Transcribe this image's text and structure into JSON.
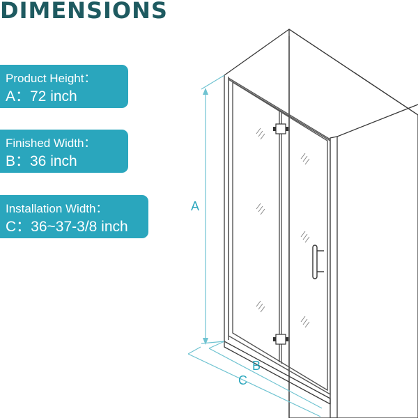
{
  "header": {
    "title": "DIMENSIONS"
  },
  "specs": [
    {
      "label": "Product Height：",
      "value": "A：72 inch"
    },
    {
      "label": "Finished Width：",
      "value": "B：36 inch"
    },
    {
      "label": "Installation Width：",
      "value": "C：36~37-3/8 inch"
    }
  ],
  "diagram": {
    "dim_a": "A",
    "dim_b": "B",
    "dim_c": "C"
  },
  "colors": {
    "title": "#1e5a60",
    "spec_box": "#2aa6bd",
    "dimension_line": "#6fc3d1",
    "outline": "#3a3a3a",
    "glass": "#8a8a8a"
  }
}
